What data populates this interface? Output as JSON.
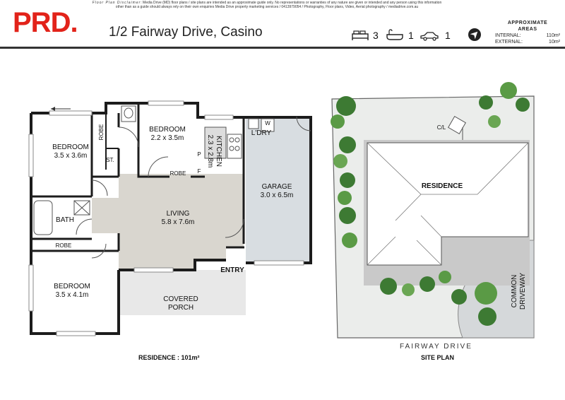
{
  "brand": {
    "logo_text": "PRD.",
    "accent": "#e2231a"
  },
  "disclaimer": {
    "title": "Floor Plan Disclaimer",
    "text": ": Media Drive (MD) floor plans / site plans are intended as an approximate guide only. No representations or warranties of any nature are given or intended and any person using this information other than as a guide should always rely on their own enquiries Media Drive property marketing services / 0413979054 / Photography, Floor plans, Video, Aerial photography / mediadrive.com.au"
  },
  "header": {
    "address": "1/2 Fairway Drive, Casino"
  },
  "features": {
    "bedrooms": "3",
    "bathrooms": "1",
    "cars": "1",
    "icons": [
      "bed-icon",
      "bath-icon",
      "car-icon",
      "compass-icon"
    ]
  },
  "areas": {
    "heading_1": "APPROXIMATE",
    "heading_2": "AREAS",
    "internal_label": "INTERNAL:",
    "internal_value": "110m²",
    "external_label": "EXTERNAL:",
    "external_value": "10m²"
  },
  "floor_plan": {
    "rooms": {
      "bedroom1_name": "BEDROOM",
      "bedroom1_size": "3.5 x 3.6m",
      "bedroom2_name": "BEDROOM",
      "bedroom2_size": "2.2 x 3.5m",
      "bedroom3_name": "BEDROOM",
      "bedroom3_size": "3.5 x 4.1m",
      "kitchen_name": "KITCHEN",
      "kitchen_size": "2.3 x 2.8m",
      "living_name": "LIVING",
      "living_size": "5.8 x 7.6m",
      "garage_name": "GARAGE",
      "garage_size": "3.0 x 6.5m",
      "laundry": "L'DRY",
      "washer": "W",
      "bath": "BATH",
      "robe1": "ROBE",
      "robe2": "ROBE",
      "robe3": "ROBE",
      "storage": "ST.",
      "pantry": "P",
      "fridge": "F",
      "entry": "ENTRY",
      "porch_line1": "COVERED",
      "porch_line2": "PORCH"
    },
    "caption": "RESIDENCE : 101m²"
  },
  "site_plan": {
    "residence": "RESIDENCE",
    "driveway_line1": "COMMON",
    "driveway_line2": "DRIVEWAY",
    "cl": "C/L",
    "street": "FAIRWAY DRIVE",
    "caption": "SITE PLAN"
  }
}
